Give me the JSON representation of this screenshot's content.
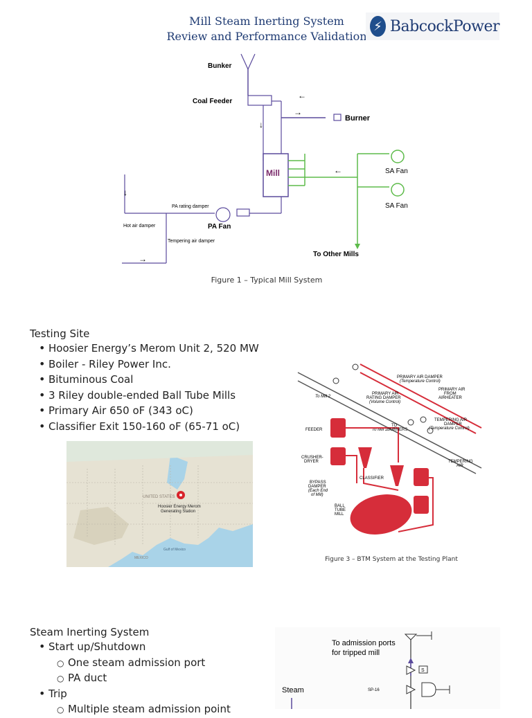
{
  "header": {
    "title_line1": "Mill Steam Inerting System",
    "title_line2": "Review and Performance Validation",
    "logo_text": "BabcockPower"
  },
  "figure1": {
    "caption": "Figure 1 – Typical Mill System",
    "labels": {
      "bunker": "Bunker",
      "coal_feeder": "Coal Feeder",
      "burner": "Burner",
      "mill": "Mill",
      "sa_fan_1": "SA Fan",
      "sa_fan_2": "SA Fan",
      "pa_rating_damper": "PA rating damper",
      "hot_air_damper": "Hot air damper",
      "pa_fan": "PA Fan",
      "tempering_air_damper": "Tempering air damper",
      "to_other_mills": "To Other Mills"
    }
  },
  "testing_site": {
    "title": "Testing Site",
    "items": [
      "Hoosier Energy’s Merom Unit 2, 520 MW",
      "Boiler - Riley Power Inc.",
      "Bituminous Coal",
      "3 Riley double-ended Ball Tube Mills",
      "Primary Air 650 oF (343 oC)",
      "Classifier Exit 150-160 oF (65-71 oC)"
    ]
  },
  "map": {
    "country_label": "UNITED STATES",
    "marker_label_1": "Hoosier Energy Merom",
    "marker_label_2": "Generating Station",
    "gulf_label": "Gulf of Mexico",
    "mexico_label": "MEXICO"
  },
  "figure3": {
    "caption": "Figure 3 – BTM System at the Testing Plant",
    "labels": {
      "primary_air_damper": "PRIMARY AIR DAMPER",
      "temperature_control_1": "(Temperature Control)",
      "primary_air_from": "PRIMARY AIR",
      "from": "FROM",
      "airheater": "AIRHEATER",
      "primary_air_rating": "PRIMARY AIR",
      "rating_damper": "RATING DAMPER",
      "volume_control": "(Volume Control)",
      "to_mill_2": "To Mill 2",
      "to_mill_1": "To Mill 1",
      "tempering_air_damper": "TEMPERING AIR",
      "damper": "DAMPER",
      "temperature_control_2": "(Temperature Control)",
      "feeder": "FEEDER",
      "to_burners_1": "TO",
      "to_burners_2": "BURNERS",
      "crusher": "CRUSHER-",
      "dryer": "DRYER",
      "tempering": "TEMPERING",
      "air": "AIR",
      "classifier": "CLASSIFIER",
      "bypass": "BYPASS",
      "bypass_damper": "DAMPER",
      "each_end": "(Each End",
      "of_mill": "of Mill)",
      "ball": "BALL",
      "tube": "TUBE",
      "mill": "MILL"
    }
  },
  "steam": {
    "title": "Steam Inerting System",
    "items": [
      {
        "text": "Start up/Shutdown",
        "sub": [
          "One steam admission port",
          "PA duct"
        ]
      },
      {
        "text": "Trip",
        "sub": [
          "Multiple steam admission point"
        ]
      }
    ]
  },
  "figure_steam": {
    "label_admission_1": "To admission ports",
    "label_admission_2": "for tripped mill",
    "label_steam": "Steam",
    "label_sp": "SP-16",
    "label_s": "S"
  },
  "colors": {
    "title_blue": "#1f3b73",
    "line_purple": "#5a4a9c",
    "line_green": "#5dbb4a",
    "btm_red": "#d62d3a"
  }
}
